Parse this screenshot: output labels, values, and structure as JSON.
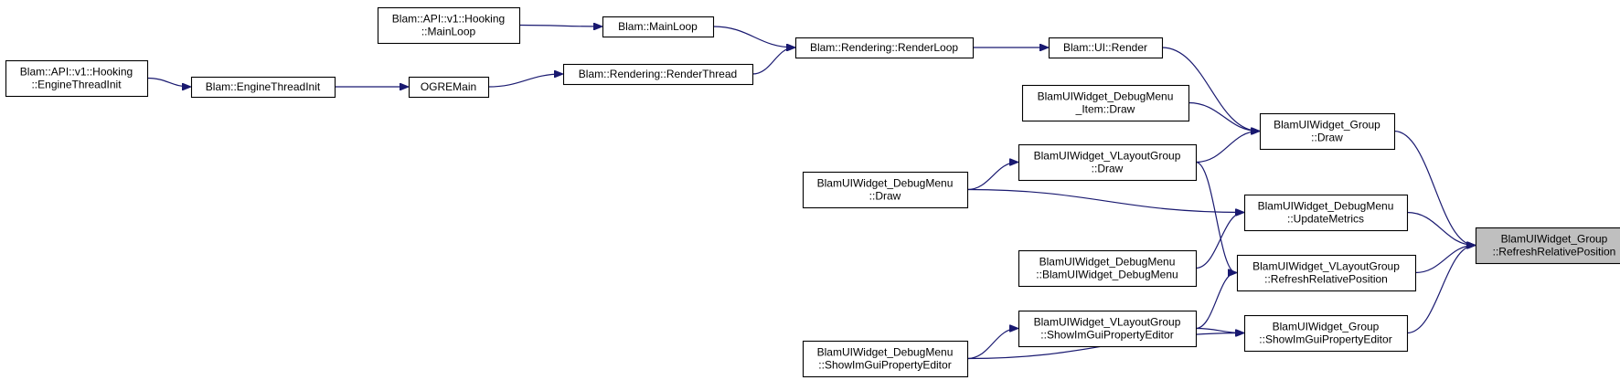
{
  "diagram": {
    "type": "caller-graph",
    "nodes": [
      {
        "id": "root",
        "lines": [
          "BlamUIWidget_Group",
          "::RefreshRelativePosition"
        ],
        "highlighted": true
      },
      {
        "id": "group_draw",
        "lines": [
          "BlamUIWidget_Group",
          "::Draw"
        ]
      },
      {
        "id": "dm_update",
        "lines": [
          "BlamUIWidget_DebugMenu",
          "::UpdateMetrics"
        ]
      },
      {
        "id": "vl_refresh",
        "lines": [
          "BlamUIWidget_VLayoutGroup",
          "::RefreshRelativePosition"
        ]
      },
      {
        "id": "group_show",
        "lines": [
          "BlamUIWidget_Group",
          "::ShowImGuiPropertyEditor"
        ]
      },
      {
        "id": "ui_render",
        "lines": [
          "Blam::UI::Render"
        ]
      },
      {
        "id": "dmi_draw",
        "lines": [
          "BlamUIWidget_DebugMenu",
          "_Item::Draw"
        ]
      },
      {
        "id": "vl_draw",
        "lines": [
          "BlamUIWidget_VLayoutGroup",
          "::Draw"
        ]
      },
      {
        "id": "dm_draw",
        "lines": [
          "BlamUIWidget_DebugMenu",
          "::Draw"
        ]
      },
      {
        "id": "dm_ctor",
        "lines": [
          "BlamUIWidget_DebugMenu",
          "::BlamUIWidget_DebugMenu"
        ]
      },
      {
        "id": "vl_show",
        "lines": [
          "BlamUIWidget_VLayoutGroup",
          "::ShowImGuiPropertyEditor"
        ]
      },
      {
        "id": "dm_show",
        "lines": [
          "BlamUIWidget_DebugMenu",
          "::ShowImGuiPropertyEditor"
        ]
      },
      {
        "id": "renderloop",
        "lines": [
          "Blam::Rendering::RenderLoop"
        ]
      },
      {
        "id": "mainloop",
        "lines": [
          "Blam::MainLoop"
        ]
      },
      {
        "id": "renderthread",
        "lines": [
          "Blam::Rendering::RenderThread"
        ]
      },
      {
        "id": "api_mainloop",
        "lines": [
          "Blam::API::v1::Hooking",
          "::MainLoop"
        ]
      },
      {
        "id": "ogremain",
        "lines": [
          "OGREMain"
        ]
      },
      {
        "id": "enginethreadinit",
        "lines": [
          "Blam::EngineThreadInit"
        ]
      },
      {
        "id": "api_engine",
        "lines": [
          "Blam::API::v1::Hooking",
          "::EngineThreadInit"
        ]
      }
    ],
    "edges": [
      {
        "from": "api_mainloop",
        "to": "mainloop"
      },
      {
        "from": "mainloop",
        "to": "renderloop"
      },
      {
        "from": "api_engine",
        "to": "enginethreadinit"
      },
      {
        "from": "enginethreadinit",
        "to": "ogremain"
      },
      {
        "from": "ogremain",
        "to": "renderthread"
      },
      {
        "from": "renderthread",
        "to": "renderloop"
      },
      {
        "from": "renderloop",
        "to": "ui_render"
      },
      {
        "from": "ui_render",
        "to": "group_draw"
      },
      {
        "from": "dmi_draw",
        "to": "group_draw"
      },
      {
        "from": "vl_draw",
        "to": "group_draw"
      },
      {
        "from": "dm_draw",
        "to": "vl_draw"
      },
      {
        "from": "dm_draw",
        "to": "dm_update"
      },
      {
        "from": "dm_ctor",
        "to": "dm_update"
      },
      {
        "from": "vl_draw",
        "to": "vl_refresh"
      },
      {
        "from": "vl_show",
        "to": "vl_refresh"
      },
      {
        "from": "dm_show",
        "to": "vl_show"
      },
      {
        "from": "vl_show",
        "to": "group_show"
      },
      {
        "from": "dm_show",
        "to": "group_show"
      },
      {
        "from": "group_draw",
        "to": "root"
      },
      {
        "from": "dm_update",
        "to": "root"
      },
      {
        "from": "vl_refresh",
        "to": "root"
      },
      {
        "from": "group_show",
        "to": "root"
      }
    ]
  }
}
